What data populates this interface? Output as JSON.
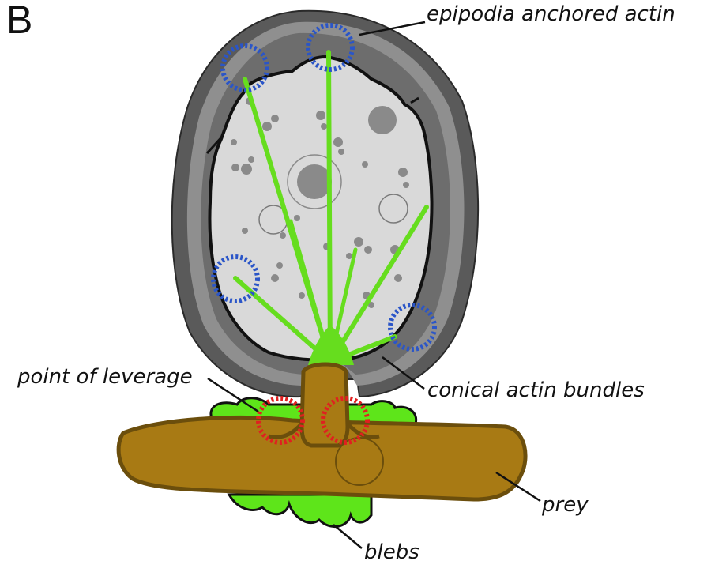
{
  "panel_label": "B",
  "labels": {
    "epipodia": "epipodia anchored actin",
    "leverage": "point of leverage",
    "conical": "conical actin bundles",
    "prey": "prey",
    "blebs": "blebs"
  },
  "colors": {
    "outer_membrane": "#5a5a5a",
    "mid_layer": "#8f8f8f",
    "inner_layer": "#6d6d6d",
    "cytoplasm": "#d9d9d9",
    "vesicle": "#8a8a8a",
    "actin": "#66dd1e",
    "prey": "#a87a14",
    "prey_outline": "#6b4e0c",
    "blebs": "#5ee51a",
    "epipodia_circle": "#2a55c8",
    "leverage_circle": "#e02020"
  }
}
